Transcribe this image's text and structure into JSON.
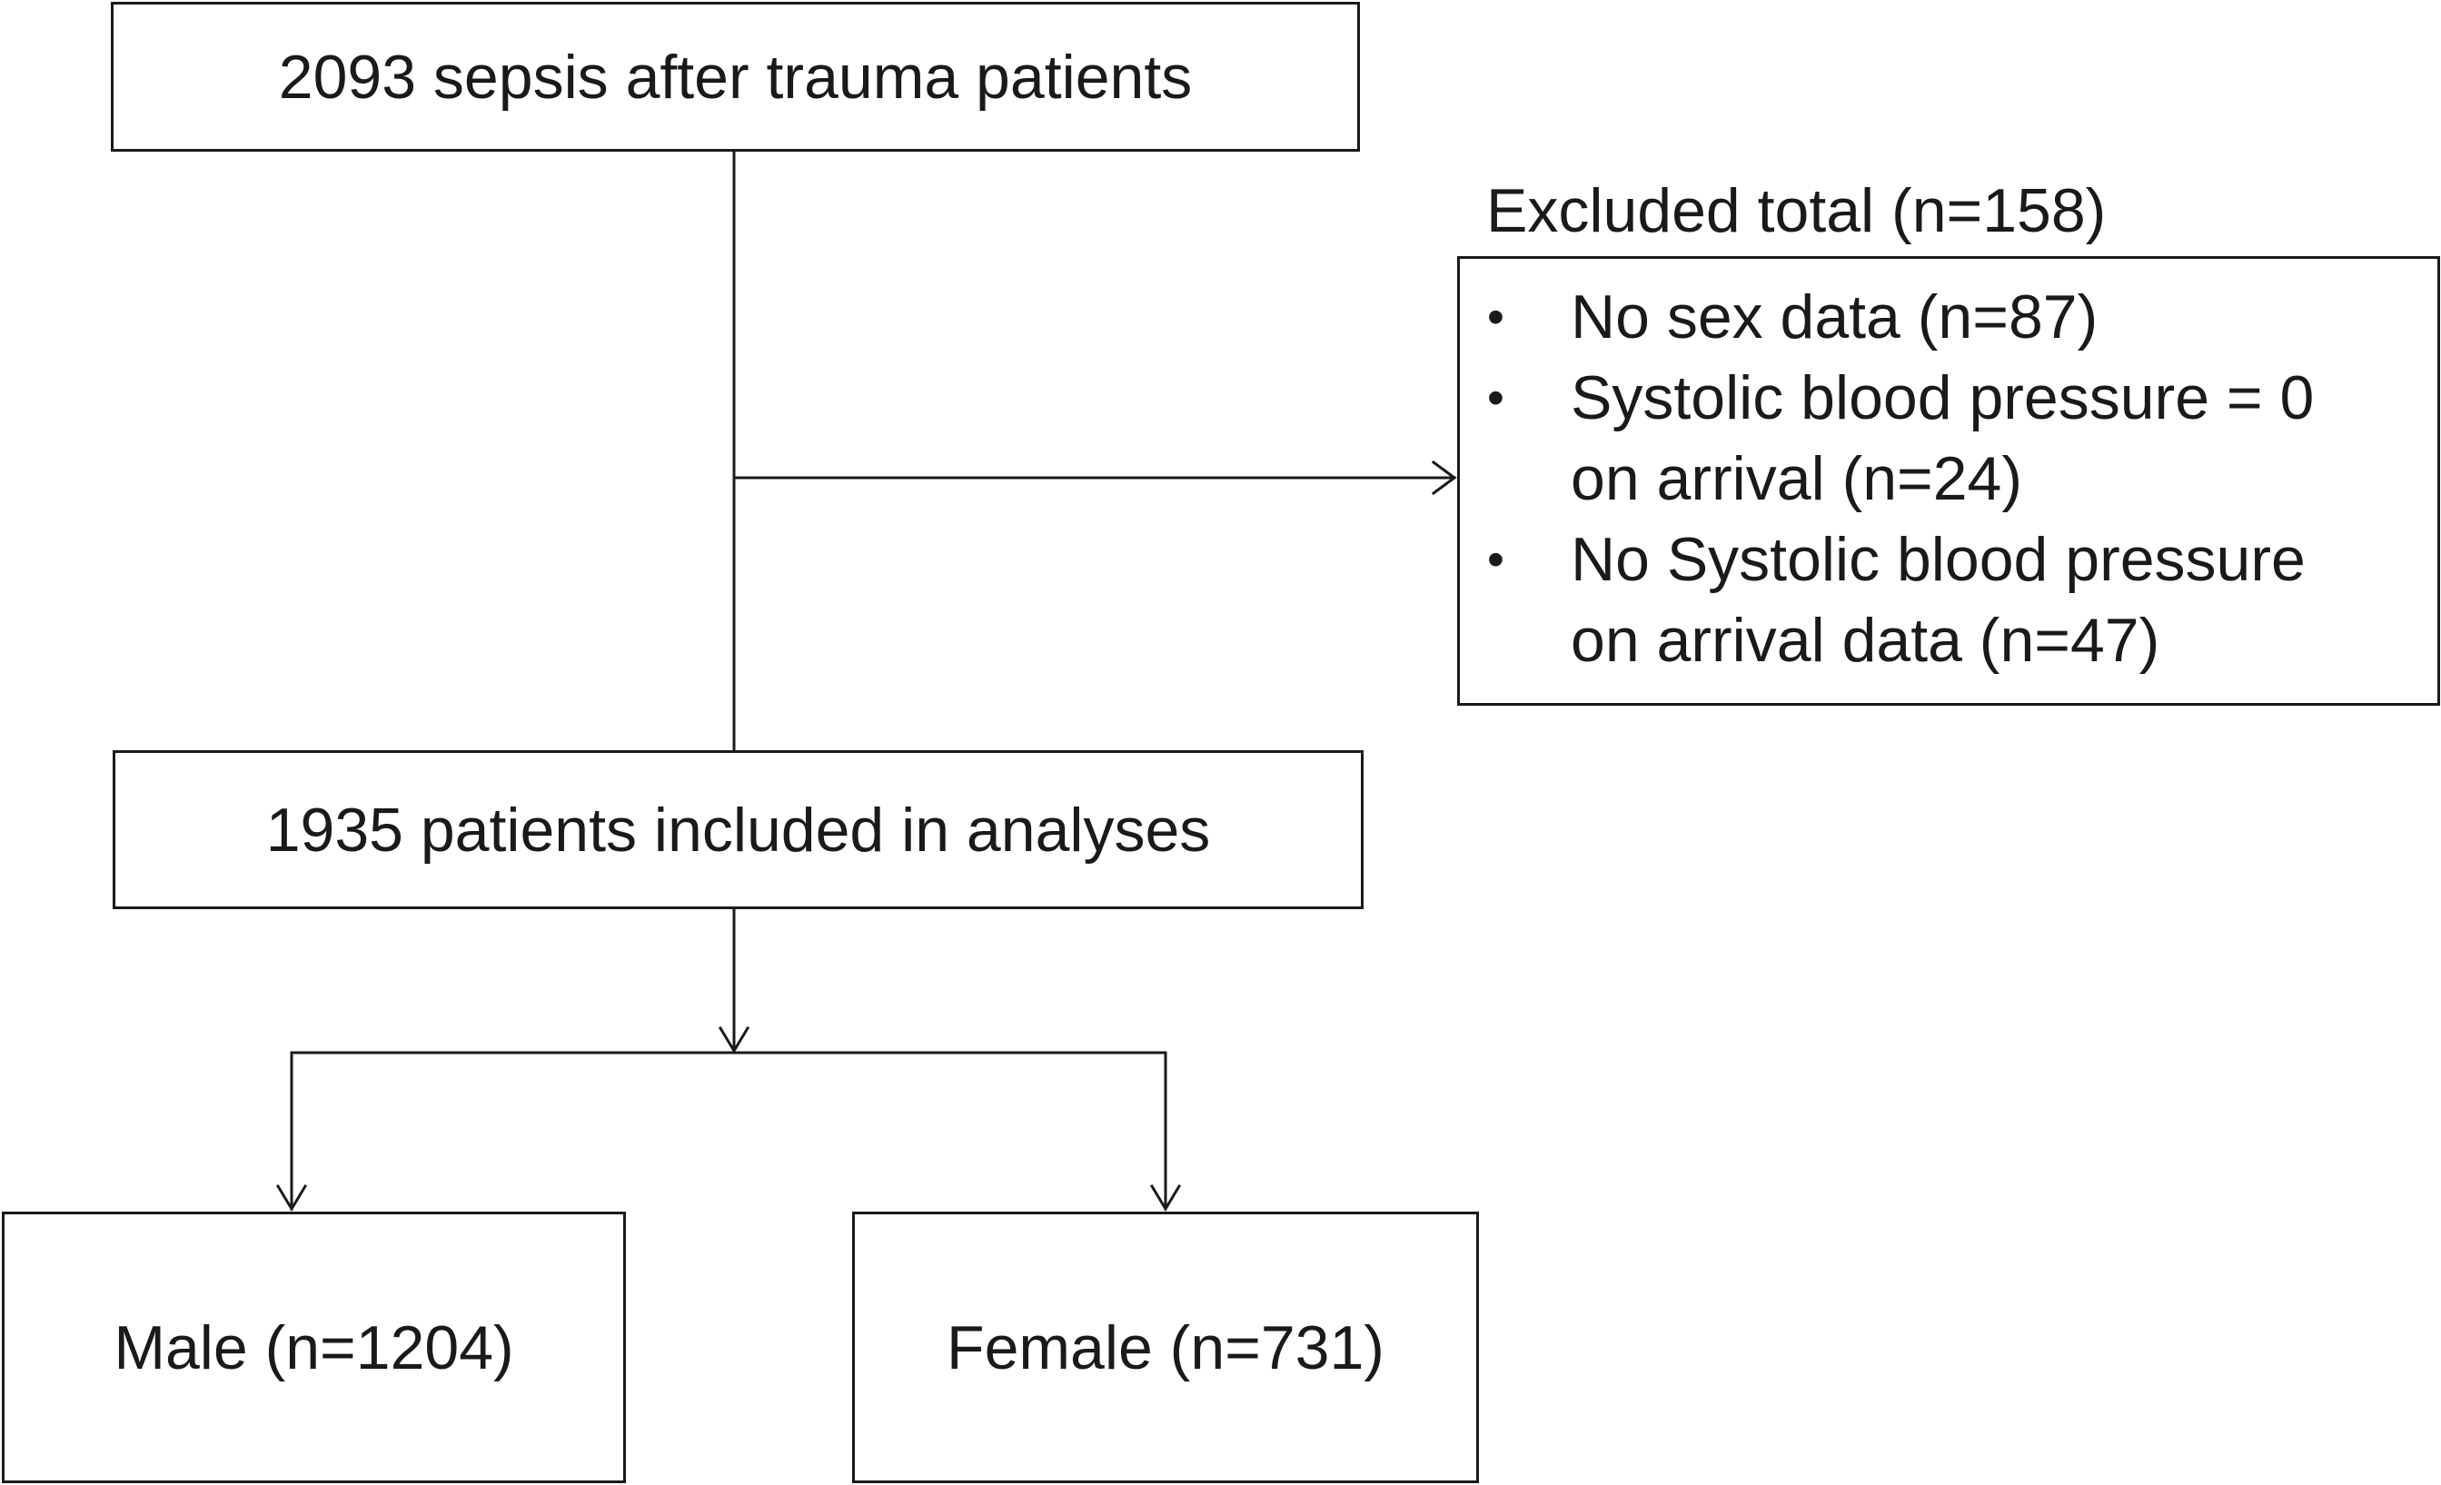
{
  "boxes": {
    "start": "2093 sepsis after trauma patients",
    "included": "1935 patients included in analyses",
    "male": "Male (n=1204)",
    "female": "Female (n=731)"
  },
  "exclusion": {
    "title": "Excluded total (n=158)",
    "items": [
      {
        "line1": "No sex data (n=87)",
        "line2": ""
      },
      {
        "line1": "Systolic blood pressure = 0",
        "line2": "on arrival (n=24)"
      },
      {
        "line1": "No Systolic blood pressure",
        "line2": "on arrival data (n=47)"
      }
    ]
  },
  "colors": {
    "line": "#1a1a1a",
    "background": "#ffffff"
  }
}
